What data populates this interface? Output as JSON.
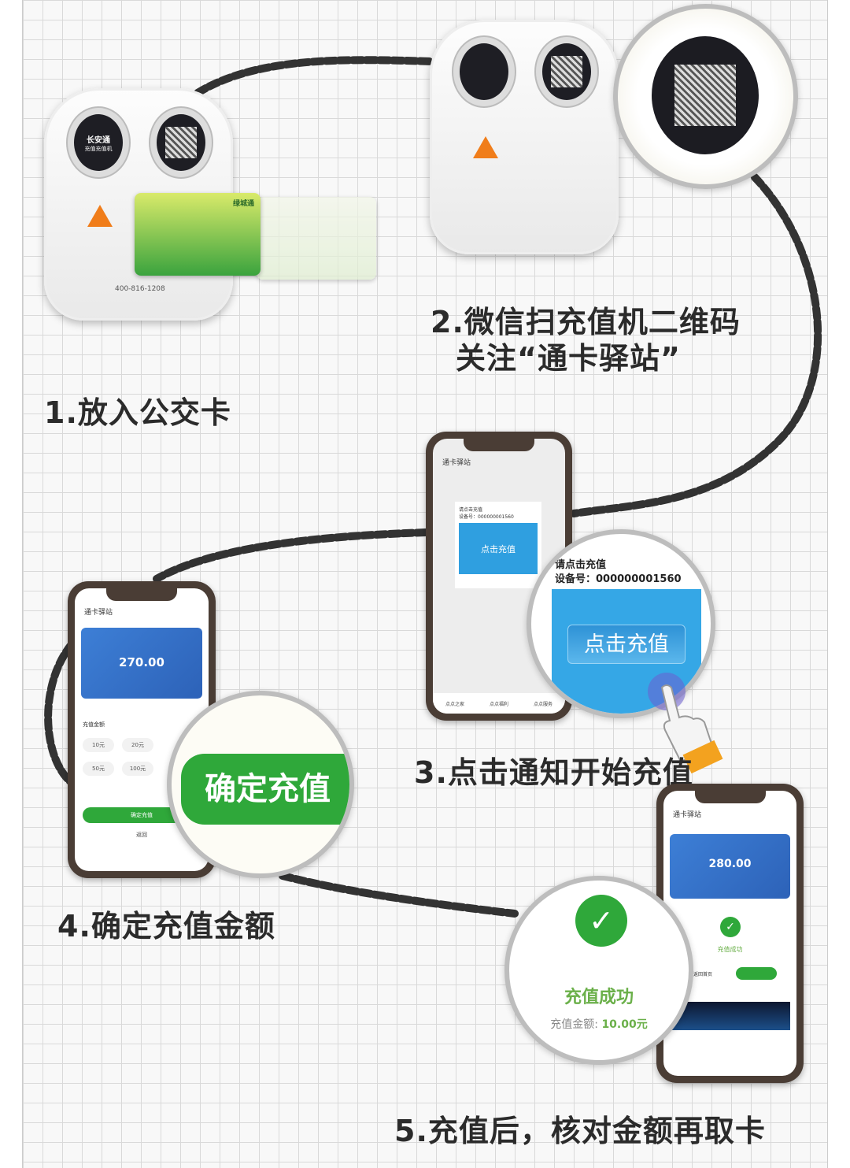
{
  "steps": [
    {
      "label": "1.放入公交卡"
    },
    {
      "label_line1": "2.微信扫充值机二维码",
      "label_line2": "关注“通卡驿站”"
    },
    {
      "label": "3.点击通知开始充值"
    },
    {
      "label": "4.确定充值金额"
    },
    {
      "label": "5.充值后，核对金额再取卡"
    }
  ],
  "kiosk": {
    "brand": "长安通",
    "subtitle": "充值充值机",
    "hotline": "400-816-1208"
  },
  "transit_card": {
    "brand": "绿城通"
  },
  "app": {
    "title": "通卡驿站",
    "notice_line1": "请点击充值",
    "notice_line2": "设备号：000000001560",
    "recharge_button": "点击充值",
    "menu_items": [
      "点点之家",
      "点点福利",
      "点点服务"
    ]
  },
  "amount_screen": {
    "balance": "270.00",
    "section_title": "充值金额",
    "options": [
      "10元",
      "20元",
      "50元",
      "100元"
    ],
    "confirm_button": "确定充值",
    "back_button": "返回"
  },
  "result_screen": {
    "balance": "280.00",
    "status": "充值成功",
    "amount_label": "充值金额:",
    "amount_value": "10.00元",
    "back_button": "返回首页"
  },
  "colors": {
    "path": "#333333",
    "green": "#2fa83a",
    "blue": "#2f9fe0",
    "card_blue": "#3570c8",
    "orange": "#f07d1a"
  }
}
